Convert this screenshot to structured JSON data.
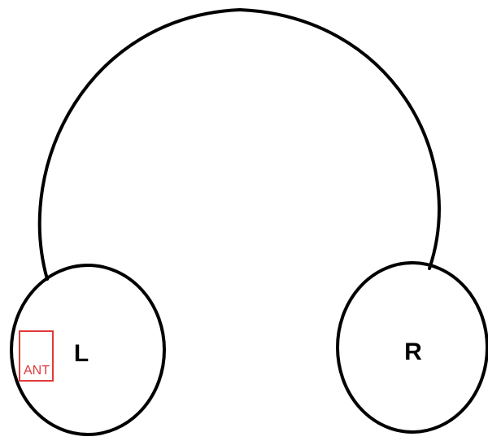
{
  "diagram": {
    "left_label": "L",
    "right_label": "R",
    "antenna_label": "ANT",
    "colors": {
      "outline": "#000000",
      "antenna": "#e03a3a",
      "background": "#ffffff"
    }
  }
}
